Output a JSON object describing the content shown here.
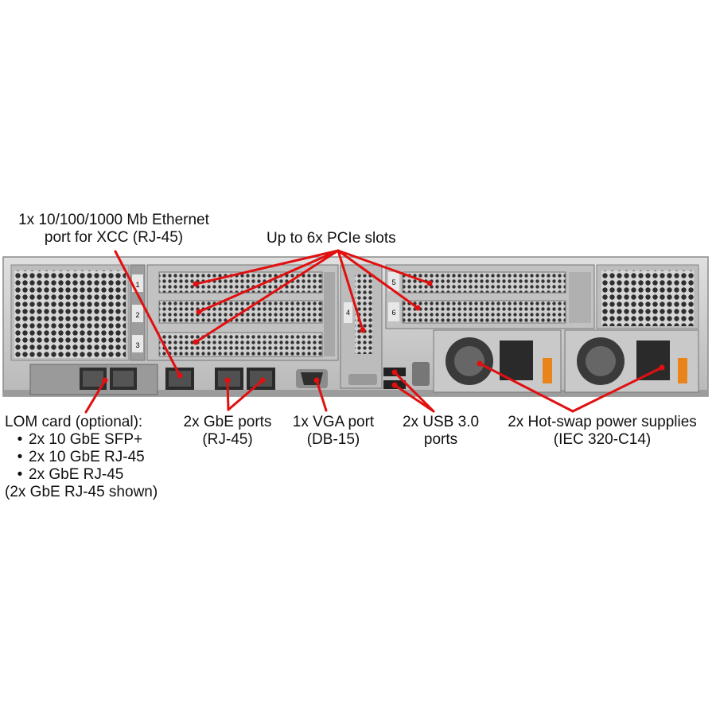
{
  "labels": {
    "xcc_line1": "1x 10/100/1000  Mb Ethernet",
    "xcc_line2": "port for XCC (RJ-45)",
    "pcie": "Up to 6x PCIe slots",
    "lom_title": "LOM card (optional):",
    "lom_items": [
      "2x 10 GbE SFP+",
      "2x 10 GbE RJ-45",
      "2x GbE RJ-45"
    ],
    "lom_note": "(2x GbE RJ-45 shown)",
    "gbe_line1": "2x GbE ports",
    "gbe_line2": "(RJ-45)",
    "vga_line1": "1x VGA port",
    "vga_line2": "(DB-15)",
    "usb_line1": "2x USB 3.0",
    "usb_line2": "ports",
    "psu_line1": "2x Hot-swap power supplies",
    "psu_line2": "(IEC 320-C14)"
  },
  "slot_numbers": [
    "1",
    "2",
    "3",
    "4",
    "5",
    "6"
  ],
  "bullet": "•",
  "colors": {
    "arrow": "#e01010",
    "chassis": "#c9c9c9",
    "chassis_dark": "#8a8a8a",
    "perforation": "#3a3a3a"
  }
}
